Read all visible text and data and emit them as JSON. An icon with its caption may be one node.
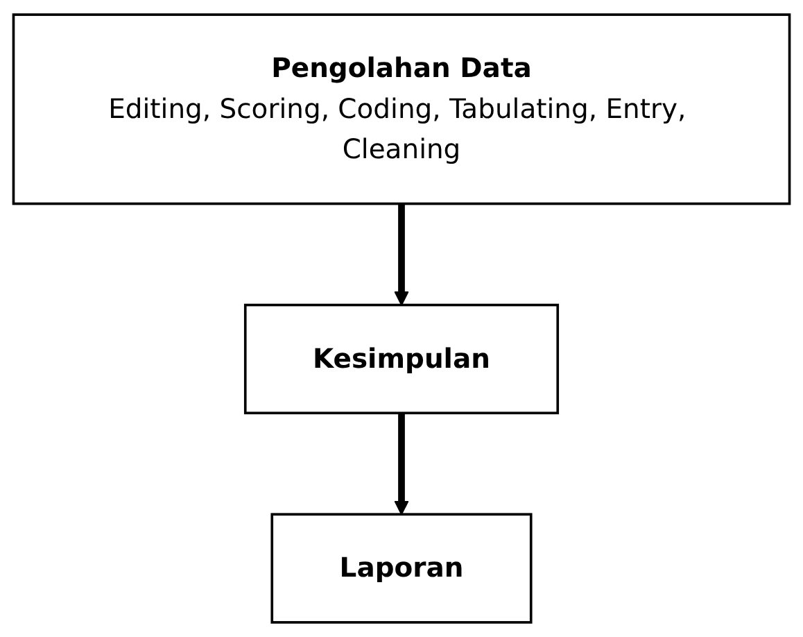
{
  "diagram": {
    "nodes": [
      {
        "text": [
          "Pengolahan Data",
          "Editing, Scoring, Coding, Tabulating, Entry, Cleaning"
        ]
      },
      {
        "text": [
          "Kesimpulan"
        ]
      },
      {
        "text": [
          "Laporan"
        ]
      }
    ],
    "edges": [
      {
        "from": 0,
        "to": 1,
        "arrow": "to"
      },
      {
        "from": 1,
        "to": 2,
        "arrow": "to"
      }
    ]
  }
}
